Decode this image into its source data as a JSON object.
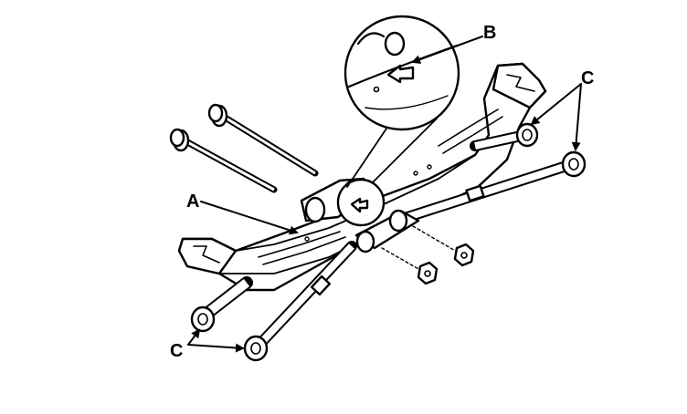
{
  "callouts": {
    "a": "A",
    "b": "B",
    "c_right": "C",
    "c_left": "C"
  },
  "colors": {
    "ink": "#000000",
    "paper": "#ffffff"
  }
}
